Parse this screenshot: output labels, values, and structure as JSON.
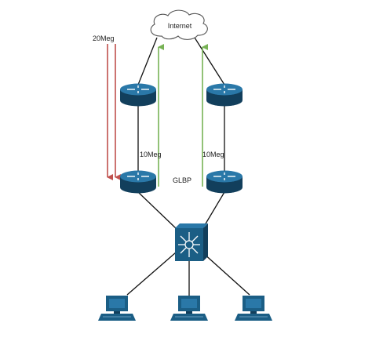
{
  "labels": {
    "internet": "Internet",
    "bandwidth_20": "20Meg",
    "bandwidth_10_left": "10Meg",
    "bandwidth_10_right": "10Meg",
    "protocol": "GLBP"
  },
  "colors": {
    "device": "#1b5e85",
    "device_dark": "#123f5c",
    "arrow_red": "#c0504d",
    "arrow_green": "#77b255",
    "link": "#111111",
    "cloud_stroke": "#555555"
  },
  "icons": {
    "cloud": "cloud-icon",
    "router": "router-icon",
    "switch": "multilayer-switch-icon",
    "pc": "workstation-icon"
  }
}
